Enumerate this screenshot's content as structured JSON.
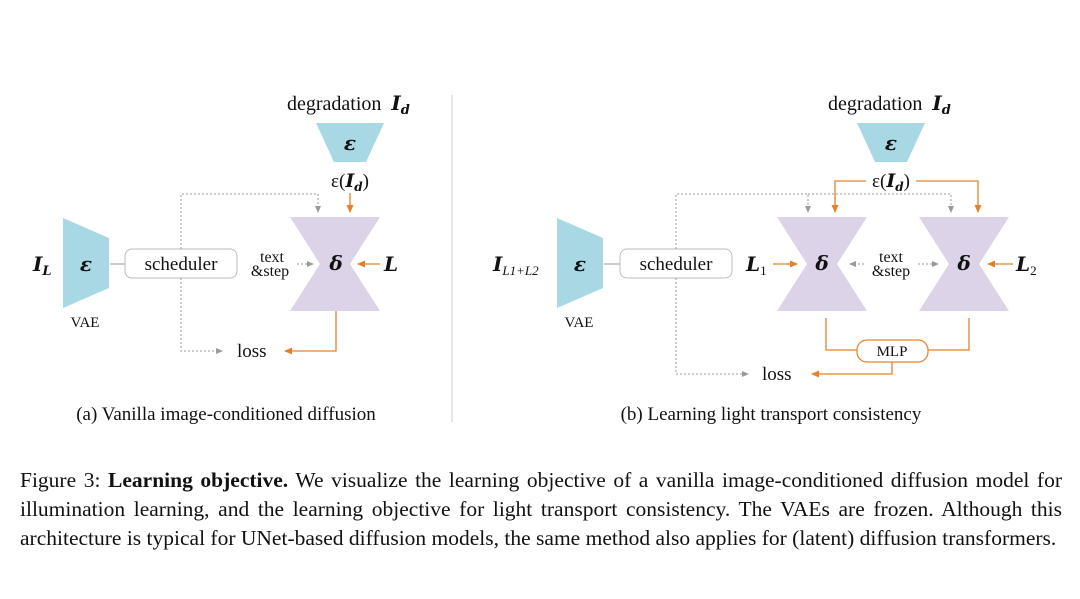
{
  "panel_a": {
    "degradation": "degradation",
    "degradation_sym": "I",
    "degradation_sub": "d",
    "encoder_top": "ε",
    "enc_out_prefix": "ε(",
    "enc_out_sym": "I",
    "enc_out_sub": "d",
    "enc_out_suffix": ")",
    "input_sym": "I",
    "input_sub": "L",
    "vae_encoder": "ε",
    "vae_label": "VAE",
    "scheduler": "scheduler",
    "text_line1": "text",
    "text_line2": "&step",
    "unet": "δ",
    "output": "L",
    "loss": "loss",
    "caption": "(a) Vanilla image-conditioned diffusion"
  },
  "panel_b": {
    "degradation": "degradation",
    "degradation_sym": "I",
    "degradation_sub": "d",
    "encoder_top": "ε",
    "enc_out_prefix": "ε(",
    "enc_out_sym": "I",
    "enc_out_sub": "d",
    "enc_out_suffix": ")",
    "input_sym": "I",
    "input_sub": "L1+L2",
    "vae_encoder": "ε",
    "vae_label": "VAE",
    "scheduler": "scheduler",
    "l1_sym": "L",
    "l1_sub": "1",
    "unet1": "δ",
    "text_line1": "text",
    "text_line2": "&step",
    "unet2": "δ",
    "l2_sym": "L",
    "l2_sub": "2",
    "mlp": "MLP",
    "loss": "loss",
    "caption": "(b) Learning light transport consistency"
  },
  "figure_caption": {
    "prefix": "Figure 3: ",
    "title": "Learning objective.",
    "body": " We visualize the learning objective of a vanilla image-conditioned diffusion model for illumination learning, and the learning objective for light transport consistency. The VAEs are frozen. Although this architecture is typical for UNet-based diffusion models, the same method also applies for (latent) diffusion transformers."
  },
  "colors": {
    "encoder_fill": "#a8d8e4",
    "unet_fill": "#dcd3e8",
    "orange_arrow": "#e8802a",
    "gray_line": "#9a9a9a",
    "divider": "#cccccc"
  }
}
